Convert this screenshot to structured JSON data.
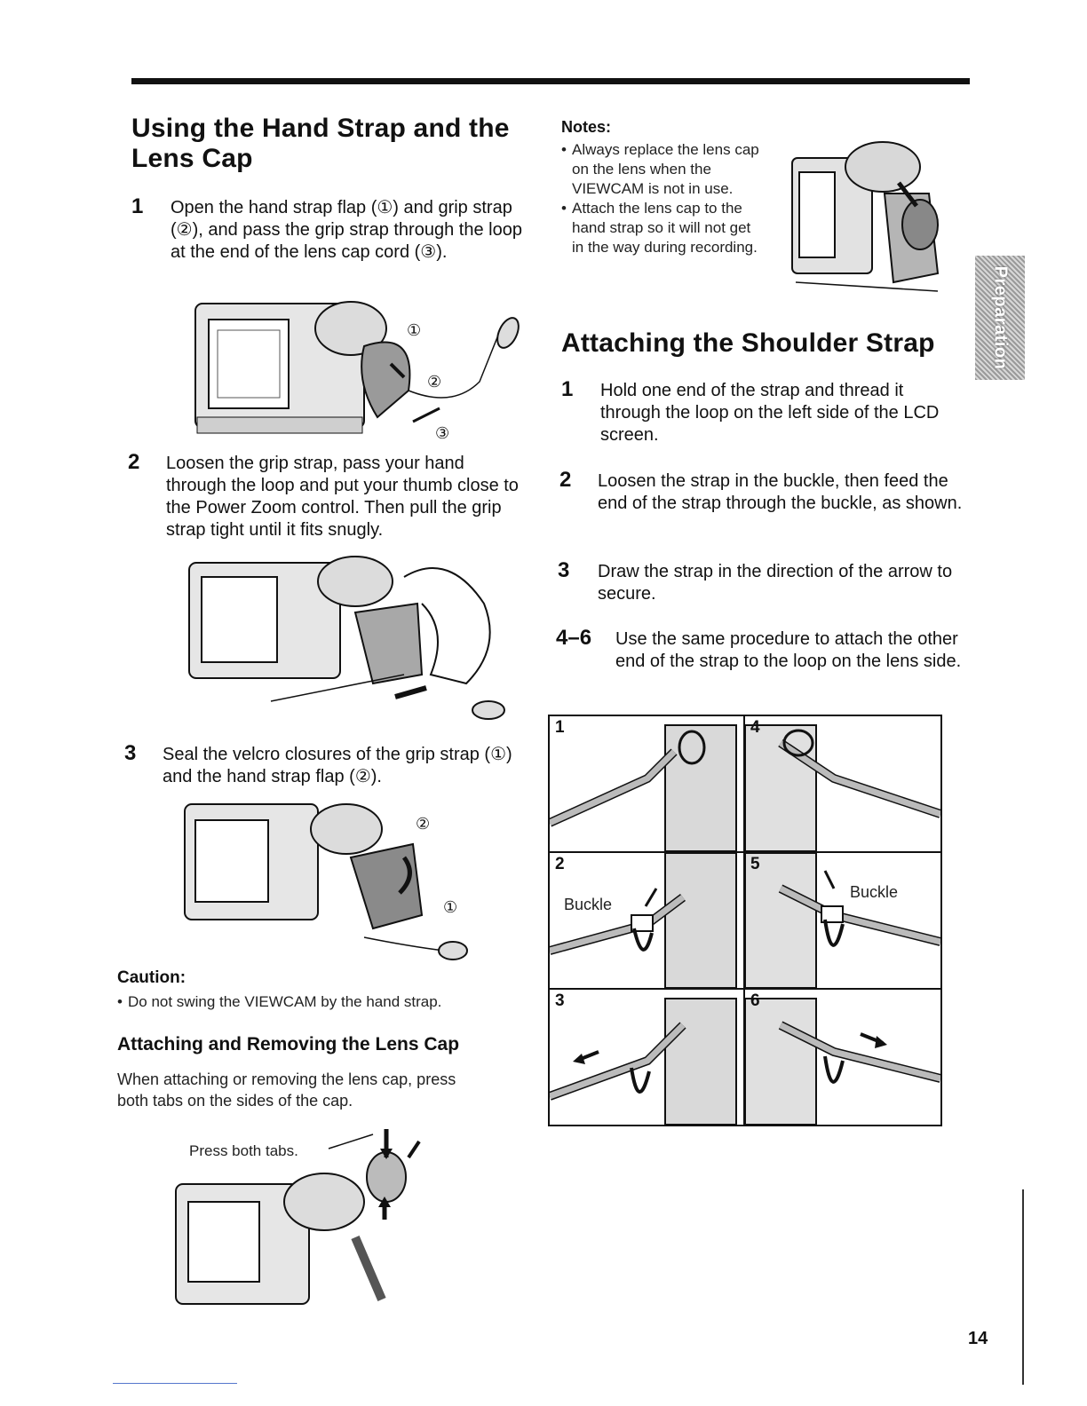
{
  "left": {
    "title": "Using the Hand Strap and the Lens Cap",
    "steps": [
      {
        "num": "1",
        "text": "Open the hand strap flap (①) and grip strap (②), and pass the grip strap through the loop at the end of the lens cap cord (③)."
      },
      {
        "num": "2",
        "text": "Loosen the grip strap, pass your hand through the loop and put your thumb close to the Power Zoom control. Then pull the grip strap tight until it fits snugly."
      },
      {
        "num": "3",
        "text": "Seal the velcro closures of the grip strap (①) and the hand strap flap (②)."
      }
    ],
    "fig1_callouts": [
      "①",
      "②",
      "③"
    ],
    "fig3_callouts": [
      "②",
      "①"
    ],
    "caution_label": "Caution:",
    "caution_text": "Do not swing the VIEWCAM by the hand strap.",
    "lens_cap_title": "Attaching and Removing the Lens Cap",
    "lens_cap_text": "When attaching or removing the lens cap, press both tabs on the sides of the cap.",
    "press_tabs_label": "Press both tabs."
  },
  "right": {
    "notes_label": "Notes:",
    "notes": [
      "Always replace the lens cap on the lens when the VIEWCAM is not in use.",
      "Attach the lens cap to the hand strap so it will not get in the way during recording."
    ],
    "title": "Attaching the Shoulder Strap",
    "steps": [
      {
        "num": "1",
        "text": "Hold one end of the strap and thread it through the loop on the left side of the LCD screen."
      },
      {
        "num": "2",
        "text": "Loosen the strap in the buckle, then feed the end of the strap through the buckle, as shown."
      },
      {
        "num": "3",
        "text": "Draw the strap in the direction of the arrow to secure."
      },
      {
        "num": "4–6",
        "text": "Use the same procedure to attach the other end of the strap to the loop on the lens side."
      }
    ],
    "grid_labels": [
      "1",
      "4",
      "2",
      "5",
      "3",
      "6"
    ],
    "buckle_label": "Buckle"
  },
  "side_tab": "Preparation",
  "page_number": "14"
}
